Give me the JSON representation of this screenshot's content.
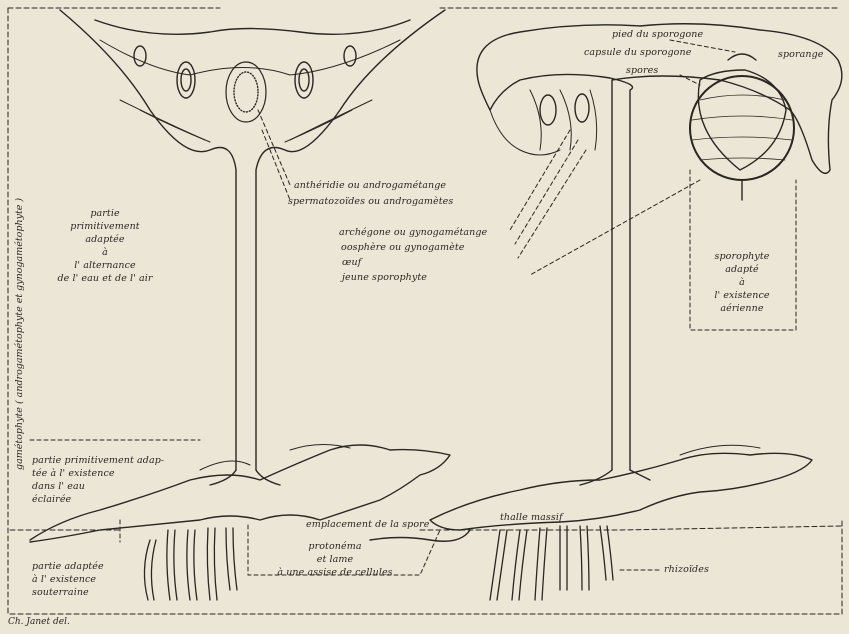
{
  "labels": {
    "pied_sporogone": "pied du sporogone",
    "capsule": "capsule du sporogone",
    "spores": "spores",
    "sporange": "sporange",
    "antheridie": "anthéridie ou androgamétange",
    "spermatozoides": "spermatozoïdes ou androgamètes",
    "archegone": "archégone ou gynogamétange",
    "oosphere": "oosphère ou gynogamète",
    "oeuf": "œuf",
    "jeune_sporophyte": "jeune sporophyte",
    "emplacement_spore": "emplacement de la spore",
    "thalle_massif": "thalle massif",
    "rhizoides": "rhizoïdes",
    "gametophyte_vertical": "gamétophyte ( androgamétophyte et gynogamétophyte )",
    "credit": "Ch. Janet del."
  },
  "multiline": {
    "partie_alternance": [
      "partie",
      "primitivement",
      "adaptée",
      "à",
      "l' alternance",
      "de l' eau et de l' air"
    ],
    "sporophyte_aerienne": [
      "sporophyte",
      "adapté",
      "à",
      "l' existence",
      "aérienne"
    ],
    "partie_eau": [
      "partie primitivement adap-",
      "tée à l' existence",
      "dans l' eau",
      "éclairée"
    ],
    "partie_souterraine": [
      "partie adaptée",
      "à l' existence",
      "souterraine"
    ],
    "protonema": [
      "protonéma",
      "et lame",
      "à une assise de cellules"
    ]
  },
  "colors": {
    "paper": "#ece6d6",
    "ink": "#2a2620"
  }
}
